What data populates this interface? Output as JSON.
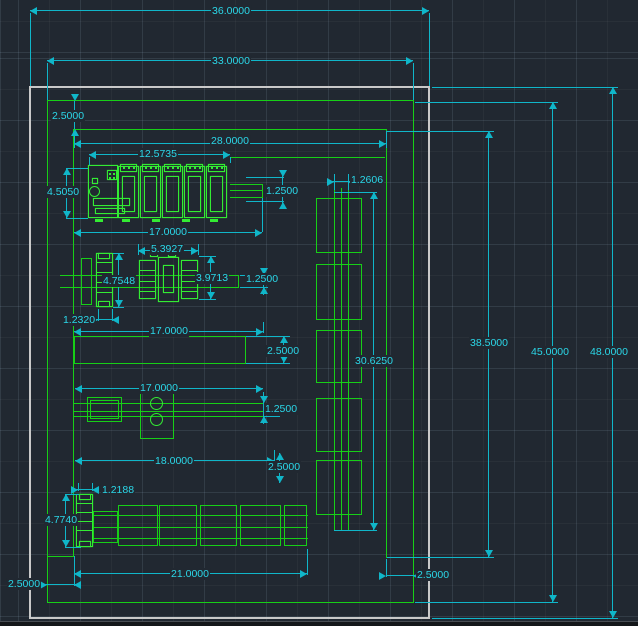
{
  "drawing": {
    "dims": {
      "d36": "36.0000",
      "d33": "33.0000",
      "d2_5_tl": "2.5000",
      "d28": "28.0000",
      "d12_5735": "12.5735",
      "d4_5050": "4.5050",
      "d1_25_r1": "1.2500",
      "d1_2606": "1.2606",
      "d17_r1": "17.0000",
      "d5_3927": "5.3927",
      "d4_7548": "4.7548",
      "d3_9713": "3.9713",
      "d1_25_r2": "1.2500",
      "d1_2320": "1.2320",
      "d17_r2": "17.0000",
      "d2_5_r3": "2.5000",
      "d30_625": "30.6250",
      "d38_5": "38.5000",
      "d45": "45.0000",
      "d48": "48.0000",
      "d17_r3": "17.0000",
      "d1_25_r4": "1.2500",
      "d18": "18.0000",
      "d2_5_r5": "2.5000",
      "d1_2188": "1.2188",
      "d4_7740": "4.7740",
      "d21": "21.0000",
      "d2_5_bl": "2.5000",
      "d2_5_br": "2.5000"
    },
    "colors": {
      "background": "#212831",
      "dimension_cyan": "#10b6c9",
      "geometry_green": "#17cf17",
      "machine_green": "#33ec33",
      "frame_white": "#c9c9c9"
    }
  }
}
